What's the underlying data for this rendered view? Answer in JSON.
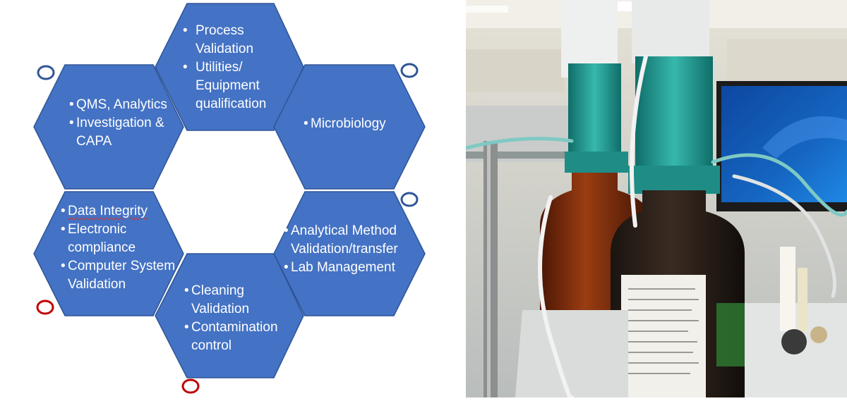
{
  "hexagons": [
    {
      "id": "process",
      "items": [
        "Process Validation",
        "Utilities/ Equipment qualification"
      ]
    },
    {
      "id": "qms",
      "items": [
        "QMS, Analytics",
        "Investigation & CAPA"
      ]
    },
    {
      "id": "micro",
      "items": [
        "Microbiology"
      ]
    },
    {
      "id": "data",
      "items": [
        "Data Integrity",
        "Electronic compliance",
        "Computer System Validation"
      ]
    },
    {
      "id": "analytical",
      "items": [
        "Analytical Method Validation/transfer",
        "Lab Management"
      ]
    },
    {
      "id": "cleaning",
      "items": [
        "Cleaning Validation",
        "Contamination control"
      ]
    }
  ],
  "colors": {
    "hex_fill": "#4472c4",
    "hex_stroke": "#2f5597",
    "marker_blue": "#2f5597",
    "marker_red": "#c00000",
    "screen_blue": "#1565c0",
    "amber_bottle": "#7a2c0c",
    "teal_dispenser": "#2aa39a"
  }
}
